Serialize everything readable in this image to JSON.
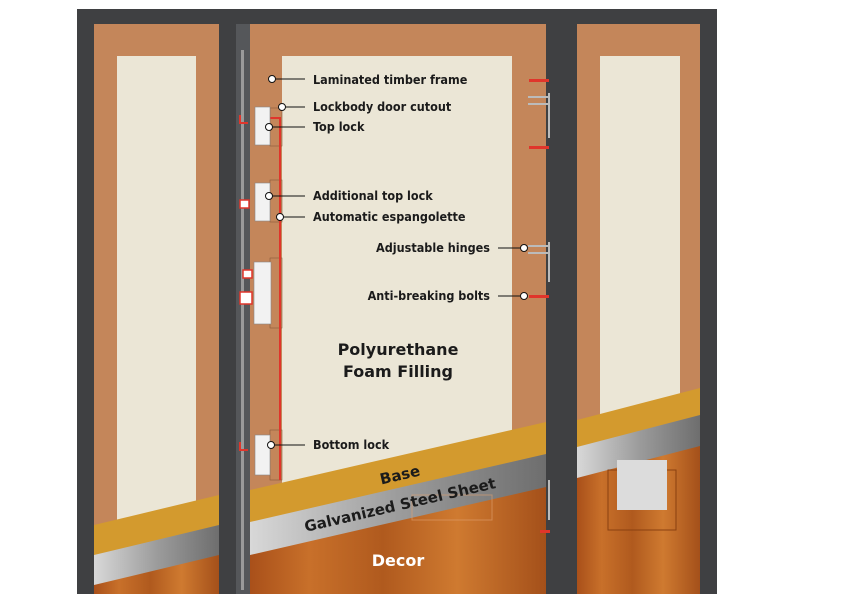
{
  "labels": {
    "laminated_frame": "Laminated timber frame",
    "lockbody_cutout": "Lockbody door cutout",
    "top_lock": "Top lock",
    "additional_top_lock": "Additional top lock",
    "espangolette": "Automatic espangolette",
    "hinges": "Adjustable hinges",
    "bolts": "Anti-breaking bolts",
    "bottom_lock": "Bottom lock",
    "filling_line1": "Polyurethane",
    "filling_line2": "Foam Filling",
    "base": "Base",
    "steel": "Galvanized Steel Sheet",
    "decor": "Decor"
  },
  "colors": {
    "frame_dark": "#3f4042",
    "timber": "#c4865a",
    "foam": "#ebe6d6",
    "base": "#d39a2e",
    "steel": "#9a9a9a",
    "wood": "#b8611e",
    "lock_red": "#e0352b"
  }
}
